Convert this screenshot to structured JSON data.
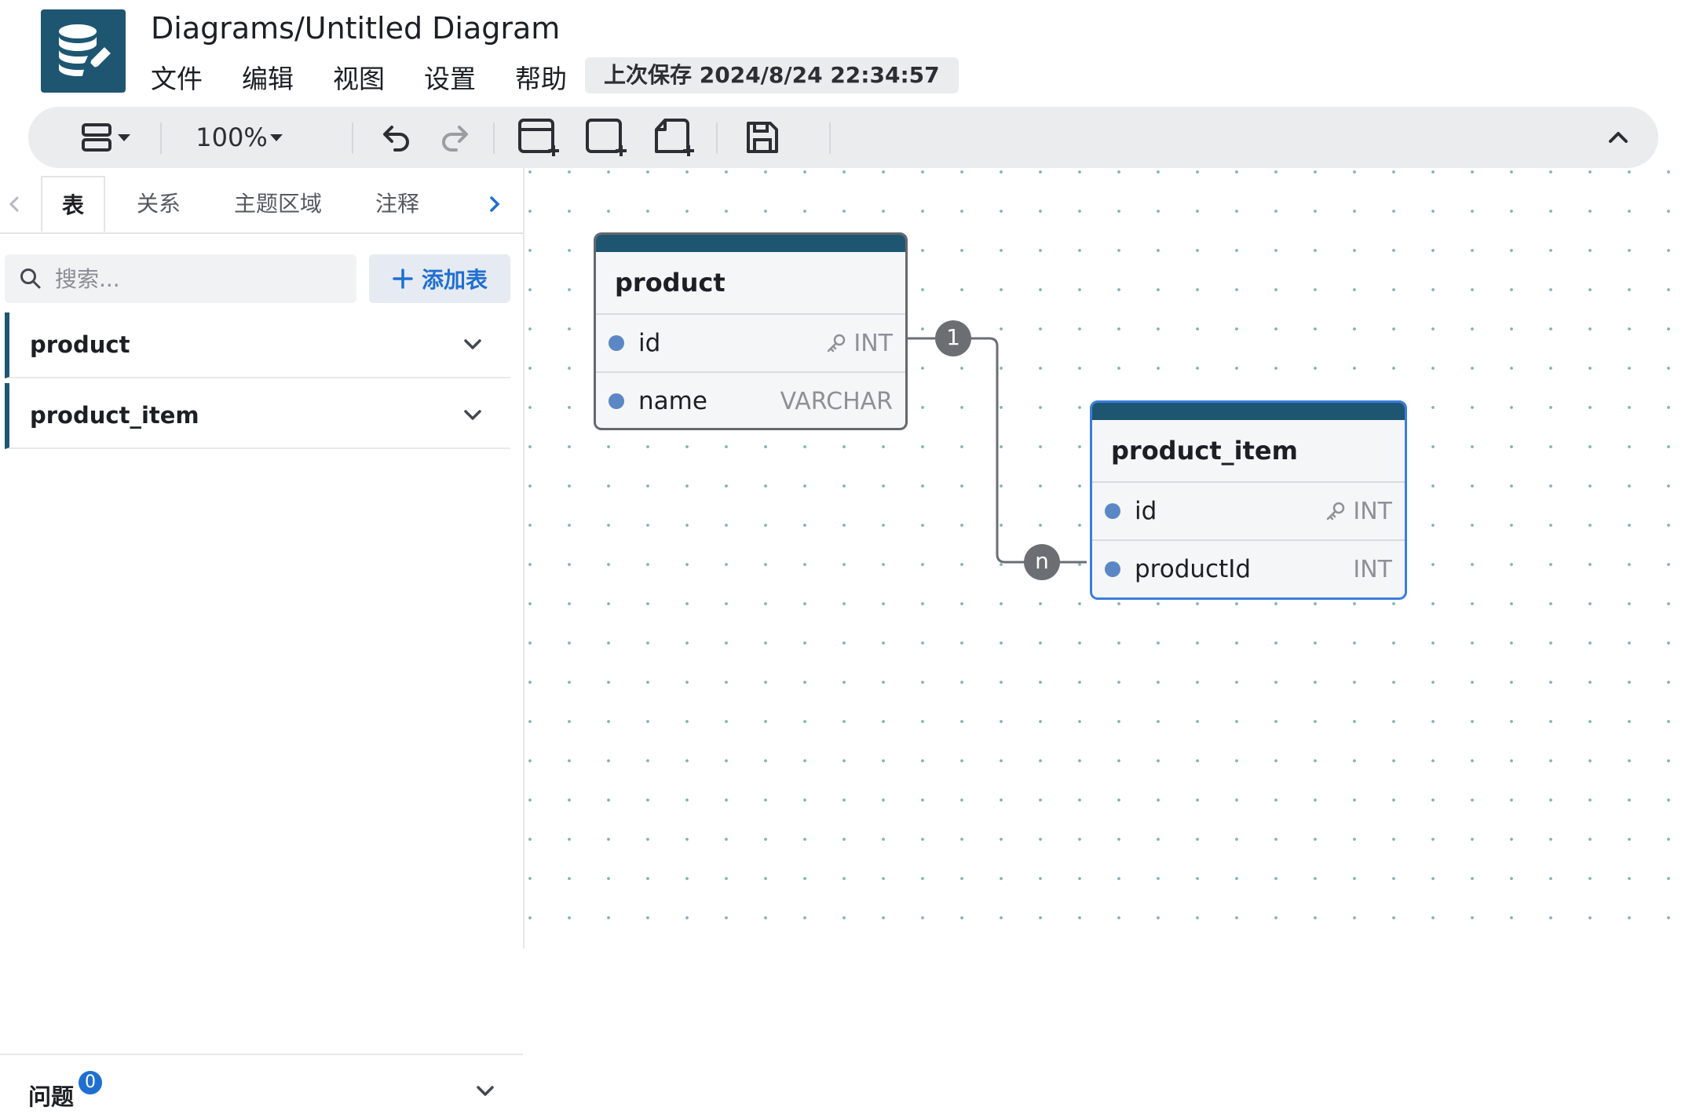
{
  "app": {
    "title": "Diagrams/Untitled Diagram",
    "logo_icon": "database-edit-icon",
    "brand_color": "#1e5672"
  },
  "menu": [
    "文件",
    "编辑",
    "视图",
    "设置",
    "帮助"
  ],
  "last_saved": "上次保存 2024/8/24 22:34:57",
  "toolbar": {
    "zoom": "100%",
    "icons": [
      "layout-icon",
      "undo-icon",
      "redo-icon",
      "add-table-icon",
      "add-area-icon",
      "add-note-icon",
      "save-icon",
      "collapse-icon"
    ]
  },
  "sidebar": {
    "tabs": [
      "表",
      "关系",
      "主题区域",
      "注释"
    ],
    "active_tab": "表",
    "search_placeholder": "搜索...",
    "add_table_label": "添加表",
    "tables": [
      "product",
      "product_item"
    ],
    "issues_label": "问题",
    "issues_count": "0"
  },
  "diagram": {
    "tables": [
      {
        "name": "product",
        "fields": [
          {
            "name": "id",
            "type": "INT",
            "primary_key": true
          },
          {
            "name": "name",
            "type": "VARCHAR",
            "primary_key": false
          }
        ]
      },
      {
        "name": "product_item",
        "fields": [
          {
            "name": "id",
            "type": "INT",
            "primary_key": true
          },
          {
            "name": "productId",
            "type": "INT",
            "primary_key": false
          }
        ]
      }
    ],
    "relationship": {
      "from_cardinality": "1",
      "to_cardinality": "n"
    }
  }
}
